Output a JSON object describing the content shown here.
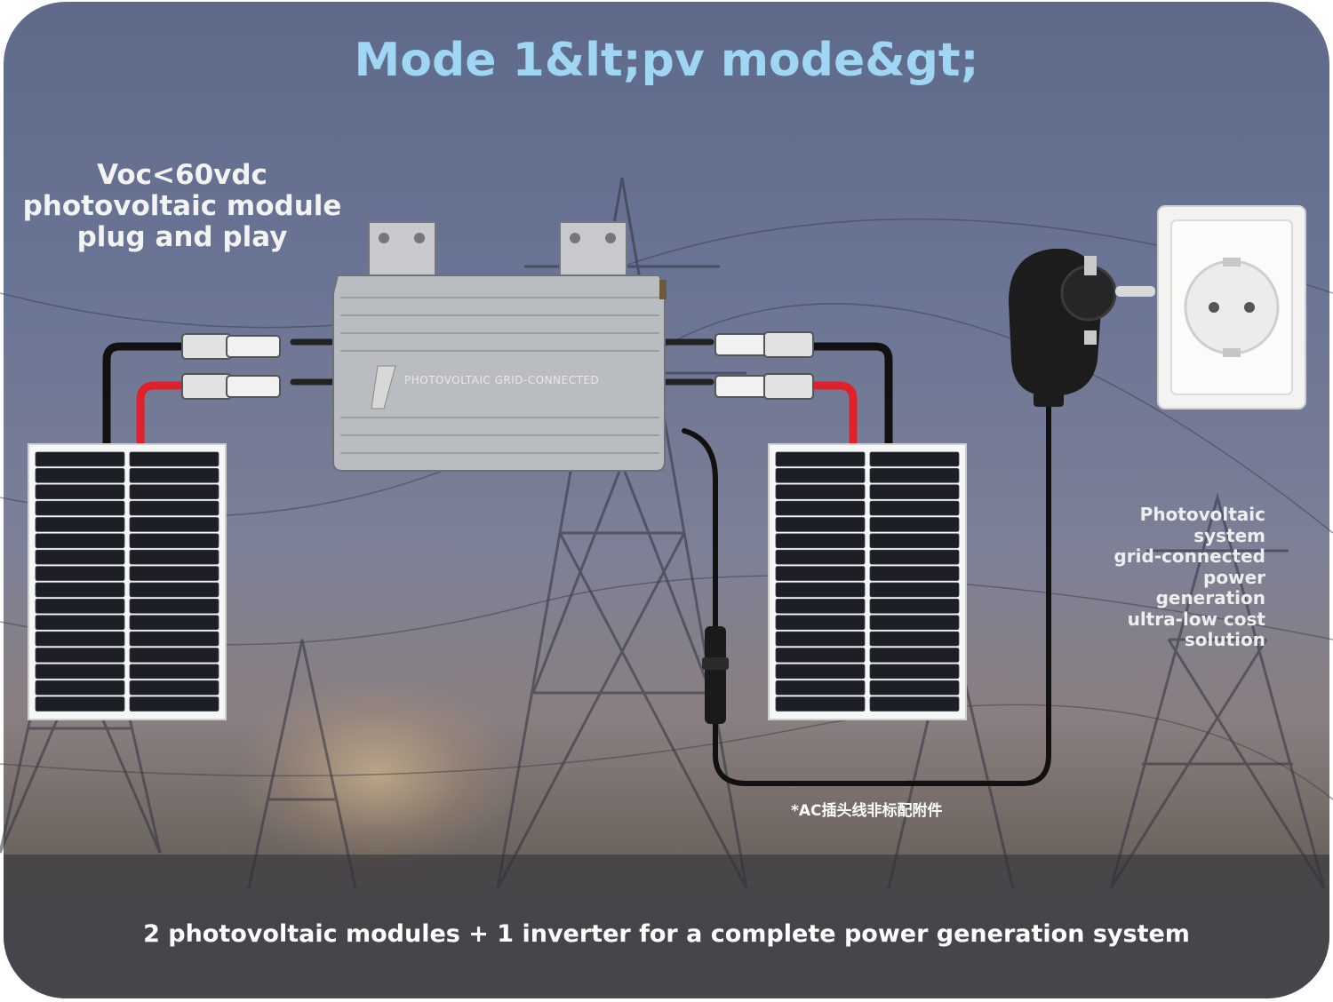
{
  "title": "Mode 1&lt;pv mode&gt;",
  "left_caption": [
    "Voc<60vdc",
    "photovoltaic module",
    "plug and play"
  ],
  "inverter_label": "PHOTOVOLTAIC GRID-CONNECTED",
  "right_caption": [
    "Photovoltaic",
    "system",
    "grid-connected",
    "power",
    "generation",
    "ultra-low cost",
    "solution"
  ],
  "ac_note": "*AC插头线非标配附件",
  "summary": "2 photovoltaic modules + 1 inverter for a complete power generation system",
  "colors": {
    "title": "#9fd6f4",
    "cable_positive": "#e0202a",
    "cable_negative": "#111111",
    "panel_cell": "#1c1f26",
    "inverter_body": "#b9bcc1"
  },
  "icons": [
    "solar-panel-icon",
    "inverter-icon",
    "mc4-connector-icon",
    "schuko-plug-icon",
    "wall-socket-icon",
    "power-tower-icon"
  ]
}
